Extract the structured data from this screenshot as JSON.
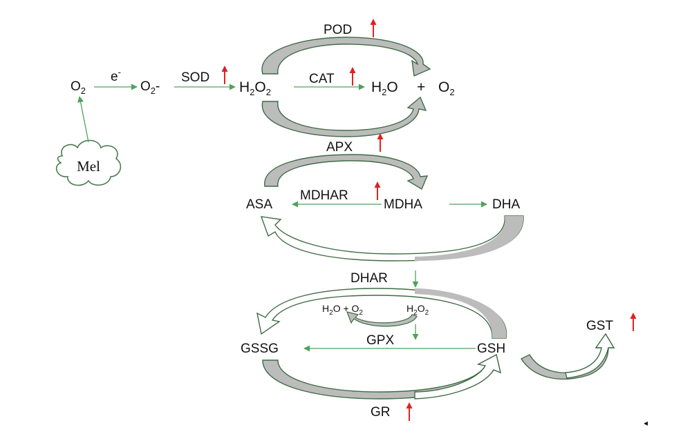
{
  "colors": {
    "dark_green": "#3e6b43",
    "arc_fill": "#bcbcbc",
    "line_green": "#4ca35a",
    "up_arrow_red": "#e02020"
  },
  "molecules": {
    "o2": {
      "base": "O",
      "sub": "2"
    },
    "o2_radical": {
      "base": "O",
      "sub": "2",
      "suffix": "-"
    },
    "h2o2": {
      "h": "H",
      "sub1": "2",
      "o": "O",
      "sub2": "2"
    },
    "h2o": {
      "h": "H",
      "sub": "2",
      "o": "O"
    },
    "plus": "+",
    "o2_right": {
      "base": "O",
      "sub": "2"
    },
    "asa": "ASA",
    "mdha": "MDHA",
    "dha": "DHA",
    "gssg": "GSSG",
    "gsh": "GSH",
    "gpx_h2o": {
      "h": "H",
      "sub": "2",
      "rest": "O + O",
      "sub2": "2"
    },
    "gpx_h2o2": {
      "h": "H",
      "sub1": "2",
      "o": "O",
      "sub2": "2"
    }
  },
  "electron": {
    "base": "e",
    "sup": "-"
  },
  "enzymes": {
    "sod": "SOD",
    "pod": "POD",
    "cat": "CAT",
    "apx": "APX",
    "mdhar": "MDHAR",
    "dhar": "DHAR",
    "gpx": "GPX",
    "gst": "GST",
    "gr": "GR"
  },
  "mel_label": "Mel",
  "upregulated_arrow_icon": "red-up-arrow-icon",
  "corner_mark": "◂"
}
